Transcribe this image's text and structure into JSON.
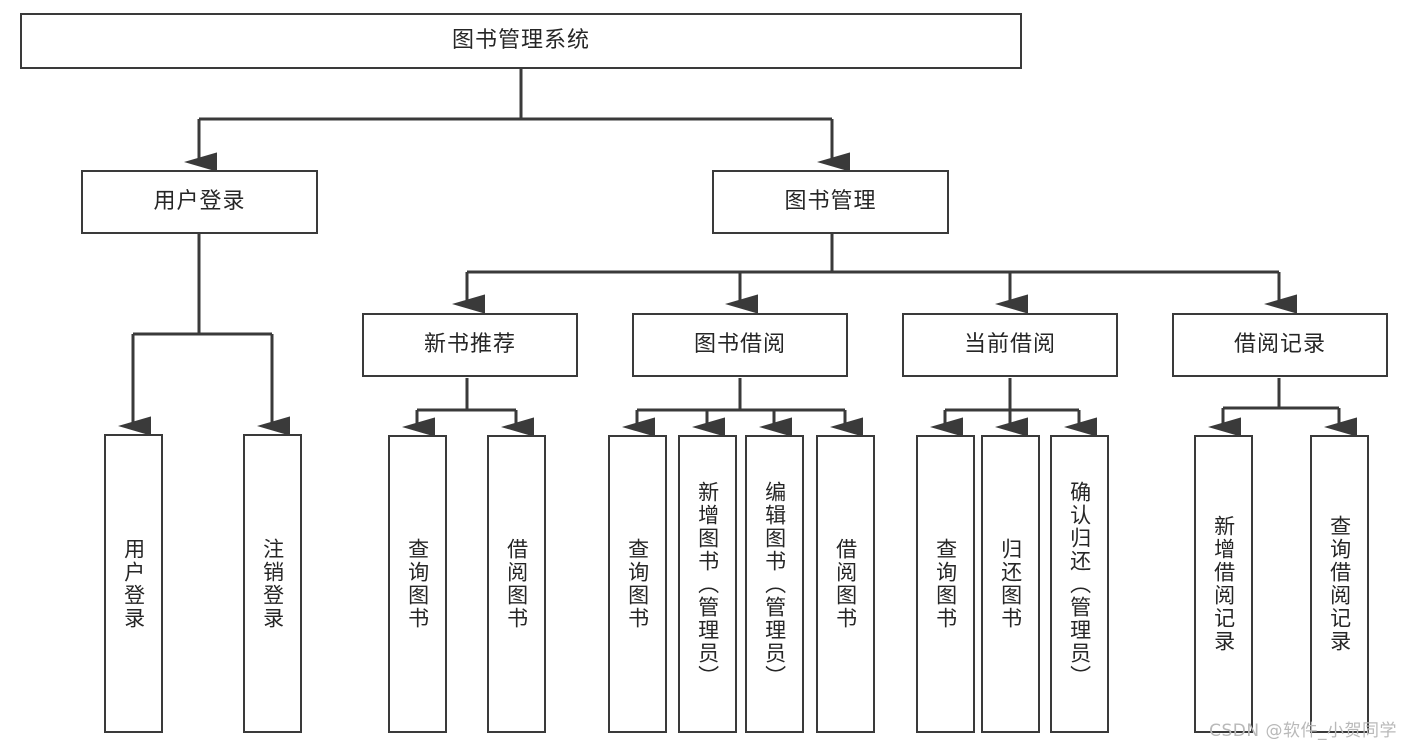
{
  "diagram": {
    "title": "图书管理系统",
    "type": "tree-hierarchy-diagram",
    "colors": {
      "background": "#ffffff",
      "node_border": "#3a3a3a",
      "node_fill": "#ffffff",
      "text": "#262626",
      "connector": "#3a3a3a",
      "watermark": "#b9b9b9"
    },
    "root": {
      "label": "图书管理系统"
    },
    "level2": [
      {
        "label": "用户登录"
      },
      {
        "label": "图书管理"
      }
    ],
    "level3": [
      {
        "label": "新书推荐"
      },
      {
        "label": "图书借阅"
      },
      {
        "label": "当前借阅"
      },
      {
        "label": "借阅记录"
      }
    ],
    "leaves": {
      "user_login": [
        {
          "label": "用户登录"
        },
        {
          "label": "注销登录"
        }
      ],
      "new_book_recommend": [
        {
          "label": "查询图书"
        },
        {
          "label": "借阅图书"
        }
      ],
      "book_borrow": [
        {
          "label": "查询图书"
        },
        {
          "label": "新增图书（管理员）"
        },
        {
          "label": "编辑图书（管理员）"
        },
        {
          "label": "借阅图书"
        }
      ],
      "current_borrow": [
        {
          "label": "查询图书"
        },
        {
          "label": "归还图书"
        },
        {
          "label": "确认归还（管理员）"
        }
      ],
      "borrow_record": [
        {
          "label": "新增借阅记录"
        },
        {
          "label": "查询借阅记录"
        }
      ]
    }
  },
  "watermark": {
    "text": "CSDN @软件_小贺同学"
  }
}
